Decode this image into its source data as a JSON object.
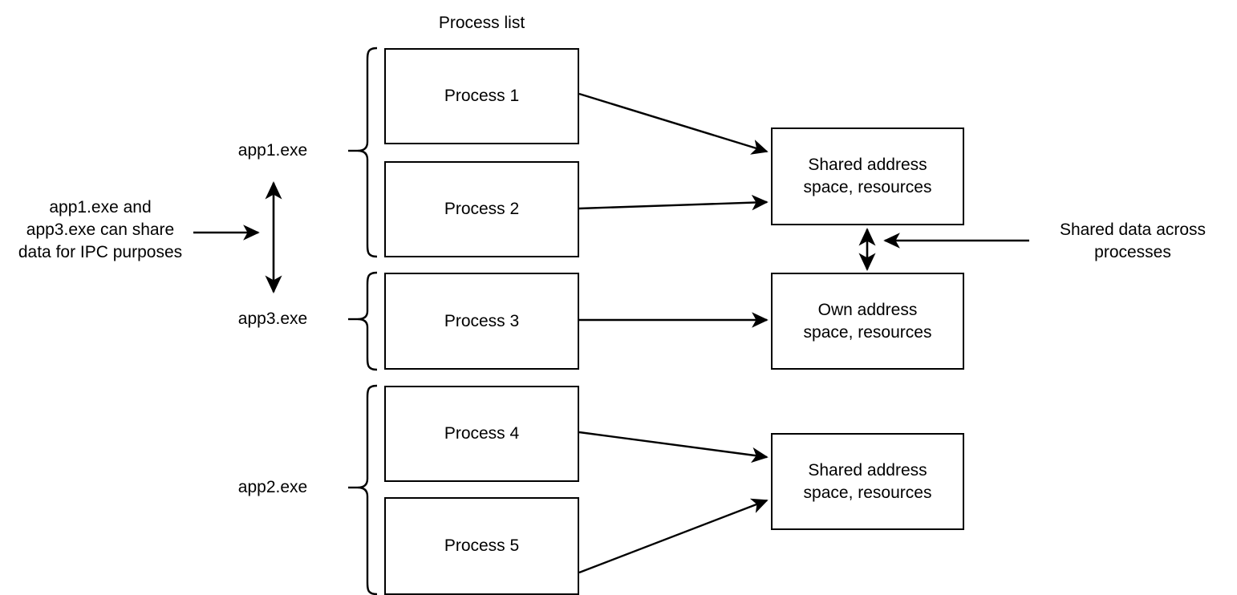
{
  "diagram": {
    "title": "Process list",
    "columns": {
      "process_list_header": "Process list"
    },
    "app_groups": [
      {
        "label": "app1.exe",
        "processes": [
          "Process 1",
          "Process 2"
        ]
      },
      {
        "label": "app3.exe",
        "processes": [
          "Process 3"
        ]
      },
      {
        "label": "app2.exe",
        "processes": [
          "Process 4",
          "Process 5"
        ]
      }
    ],
    "processes": [
      {
        "name": "Process 1"
      },
      {
        "name": "Process 2"
      },
      {
        "name": "Process 3"
      },
      {
        "name": "Process 4"
      },
      {
        "name": "Process 5"
      }
    ],
    "memory_boxes": [
      {
        "text": "Shared address\nspace, resources"
      },
      {
        "text": "Own address\nspace, resources"
      },
      {
        "text": "Shared address\nspace, resources"
      }
    ],
    "annotations": {
      "ipc_note": "app1.exe and\napp3.exe can share\ndata for IPC purposes",
      "shared_data_note": "Shared data across\nprocesses"
    },
    "colors": {
      "stroke": "#000000",
      "fill": "#ffffff",
      "text": "#000000"
    }
  }
}
